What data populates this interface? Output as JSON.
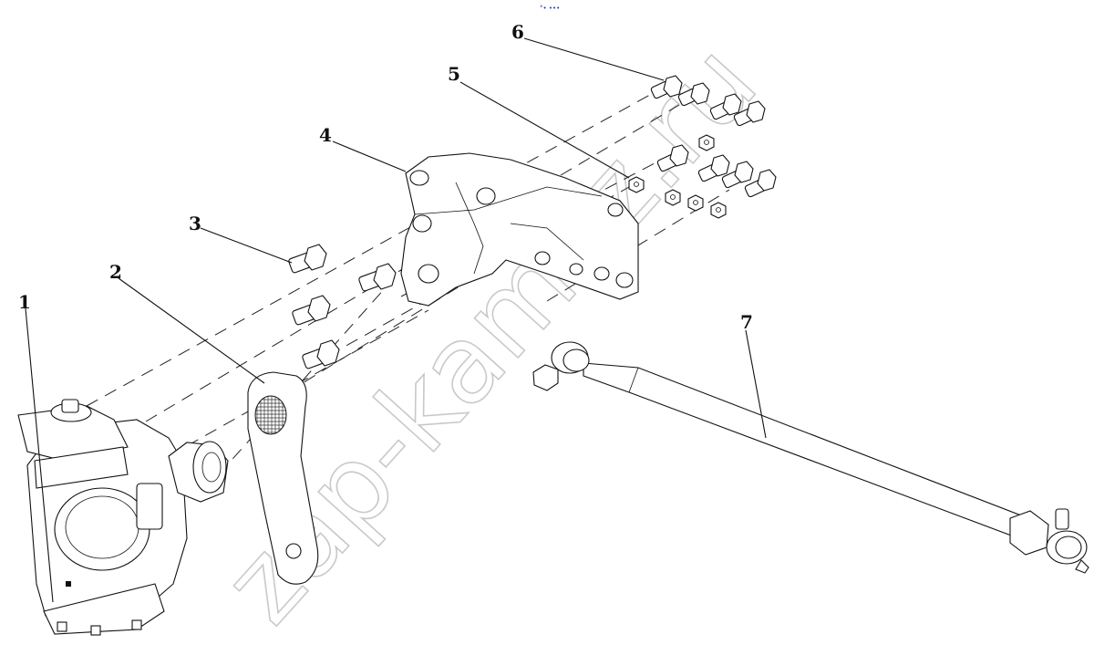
{
  "diagram": {
    "logo_text": "°• •••",
    "watermark": "zap-kamaz.ru",
    "parts": [
      {
        "number": "1",
        "icon": "steering-gear-icon"
      },
      {
        "number": "2",
        "icon": "pitman-arm-icon"
      },
      {
        "number": "3",
        "icon": "bolt-icon"
      },
      {
        "number": "4",
        "icon": "bracket-icon"
      },
      {
        "number": "5",
        "icon": "nut-icon"
      },
      {
        "number": "6",
        "icon": "bolt-icon"
      },
      {
        "number": "7",
        "icon": "tie-rod-icon"
      }
    ]
  }
}
